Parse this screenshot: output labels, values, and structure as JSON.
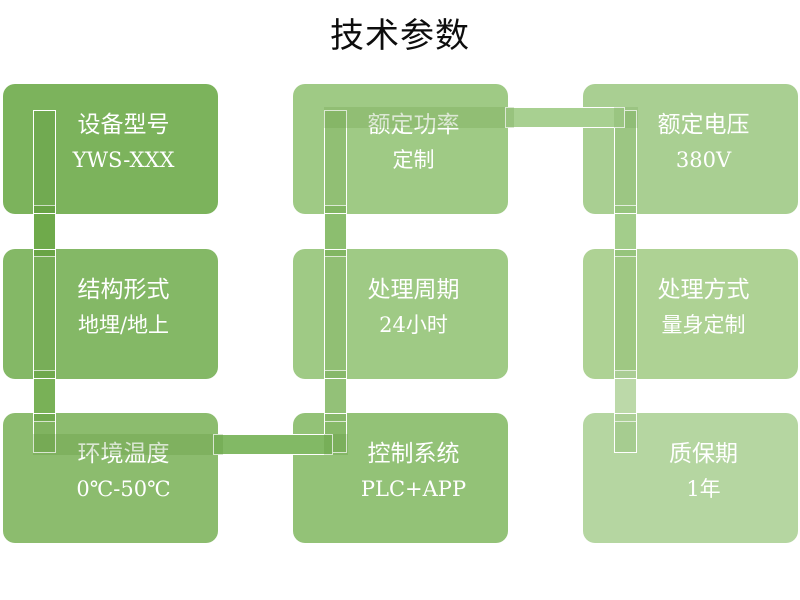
{
  "slide": {
    "title": "技术参数",
    "background": "#ffffff",
    "title_color": "#0d0d0d"
  },
  "palette": {
    "card_dark": "#7CB35C",
    "card_mid": "#9FCA85",
    "card_light": "#A9CF92",
    "card_lighter": "#B5D6A1",
    "connector_dark": "#6FAA4B",
    "connector_mid": "#7FB75F",
    "connector_light": "#A5CE8D",
    "connector_lighter": "#BCD9A9",
    "text_color": "#ffffff"
  },
  "cards": [
    {
      "id": "device-model",
      "label": "设备型号",
      "value": "YWS-XXX",
      "row": 1,
      "col": 1,
      "color": "#7CB35C"
    },
    {
      "id": "rated-power",
      "label": "额定功率",
      "value": "定制",
      "row": 1,
      "col": 2,
      "color": "#9FCA85"
    },
    {
      "id": "rated-voltage",
      "label": "额定电压",
      "value": "380V",
      "row": 1,
      "col": 3,
      "color": "#A9CF92"
    },
    {
      "id": "structure-type",
      "label": "结构形式",
      "value": "地埋/地上",
      "row": 2,
      "col": 1,
      "color": "#84B866"
    },
    {
      "id": "treatment-cycle",
      "label": "处理周期",
      "value": "24小时",
      "row": 2,
      "col": 2,
      "color": "#9FCA85"
    },
    {
      "id": "treatment-method",
      "label": "处理方式",
      "value": "量身定制",
      "row": 2,
      "col": 3,
      "color": "#AED294"
    },
    {
      "id": "ambient-temperature",
      "label": "环境温度",
      "value": "0℃-50℃",
      "row": 3,
      "col": 1,
      "color": "#8CBC6E"
    },
    {
      "id": "control-system",
      "label": "控制系统",
      "value": "PLC+APP",
      "row": 3,
      "col": 2,
      "color": "#93C277"
    },
    {
      "id": "warranty-period",
      "label": "质保期",
      "value": "1年",
      "row": 3,
      "col": 3,
      "color": "#B5D6A1"
    }
  ],
  "connectors": [
    {
      "id": "col1-r1-r2",
      "orientation": "vertical",
      "color": "#6FAA4B"
    },
    {
      "id": "col1-r2-r3",
      "orientation": "vertical",
      "color": "#79B157"
    },
    {
      "id": "col2-r1-r2",
      "orientation": "vertical",
      "color": "#8CBE6F"
    },
    {
      "id": "col2-r2-r3",
      "orientation": "vertical",
      "color": "#93C178"
    },
    {
      "id": "col3-r1-r2",
      "orientation": "vertical",
      "color": "#A3CD8B"
    },
    {
      "id": "col3-r2-r3",
      "orientation": "vertical",
      "color": "#BCD9A9"
    },
    {
      "id": "row1-c2-c3",
      "orientation": "horizontal",
      "color": "#A8D091"
    },
    {
      "id": "row3-c1-c2",
      "orientation": "horizontal",
      "color": "#82B965"
    }
  ]
}
